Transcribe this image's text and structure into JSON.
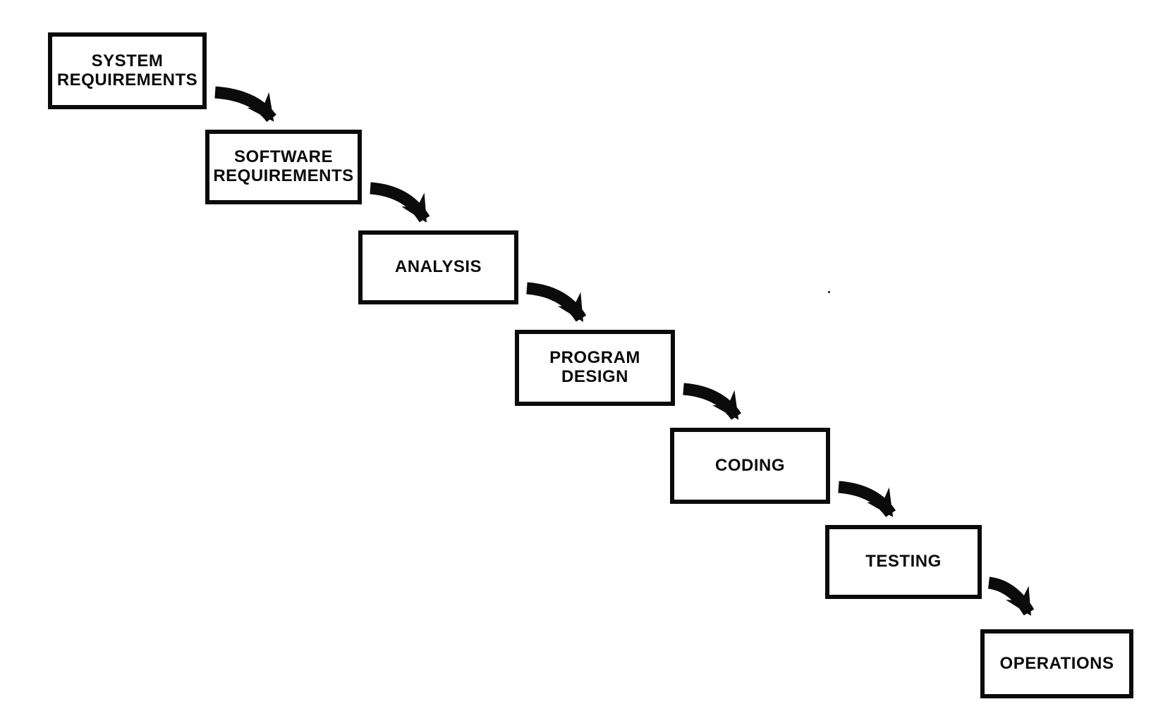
{
  "stages": [
    {
      "name": "system-requirements",
      "lines": [
        "SYSTEM",
        "REQUIREMENTS"
      ]
    },
    {
      "name": "software-requirements",
      "lines": [
        "SOFTWARE",
        "REQUIREMENTS"
      ]
    },
    {
      "name": "analysis",
      "lines": [
        "ANALYSIS"
      ]
    },
    {
      "name": "program-design",
      "lines": [
        "PROGRAM",
        "DESIGN"
      ]
    },
    {
      "name": "coding",
      "lines": [
        "CODING"
      ]
    },
    {
      "name": "testing",
      "lines": [
        "TESTING"
      ]
    },
    {
      "name": "operations",
      "lines": [
        "OPERATIONS"
      ]
    }
  ],
  "colors": {
    "ink": "#0b0b0b",
    "paper": "#ffffff"
  }
}
